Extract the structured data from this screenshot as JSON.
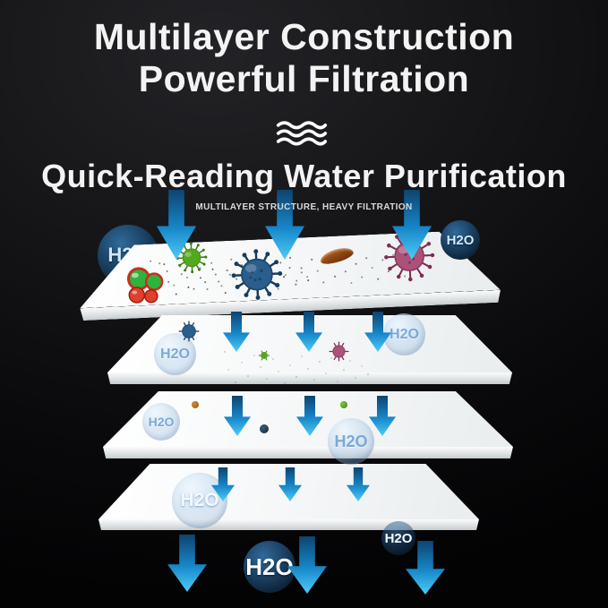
{
  "header": {
    "title_line1": "Multilayer Construction",
    "title_line2": "Powerful Filtration",
    "subtitle": "Quick-Reading Water Purification",
    "caption": "MULTILAYER STRUCTURE, HEAVY FILTRATION"
  },
  "labels": {
    "h2o": "H2O"
  },
  "colors": {
    "background": "#0b0b0d",
    "heading_text": "#f3f3f3",
    "caption_text": "#d9d9d9",
    "arrow_gradient_top": "#0d4470",
    "arrow_gradient_bottom": "#4ecdf8",
    "bubble_dark": "#10293f",
    "bubble_text_light": "#cfe9ff",
    "layer_surface": "#f4f6f7"
  },
  "diagram": {
    "flow_direction": "top-to-bottom",
    "layers": [
      {
        "name": "layer-1",
        "contaminants": [
          "molecule-cluster",
          "green-virus",
          "blue-virus",
          "bacteria-rod",
          "pink-virus",
          "particle-speckles"
        ],
        "h2o_bubbles": 2,
        "inflow_arrows": 3
      },
      {
        "name": "layer-2",
        "contaminants": [
          "small-blue-virus",
          "small-green-virus",
          "small-pink-virus",
          "fine-speckles"
        ],
        "h2o_bubbles": 2,
        "inflow_arrows": 3
      },
      {
        "name": "layer-3",
        "contaminants": [
          "micro-speck-orange",
          "micro-speck-dark",
          "micro-speck-green"
        ],
        "h2o_bubbles": 2,
        "inflow_arrows": 3
      },
      {
        "name": "layer-4",
        "contaminants": [],
        "h2o_bubbles": 1,
        "inflow_arrows": 3
      }
    ],
    "outflow_arrows": 3,
    "outflow_labels": 2
  }
}
